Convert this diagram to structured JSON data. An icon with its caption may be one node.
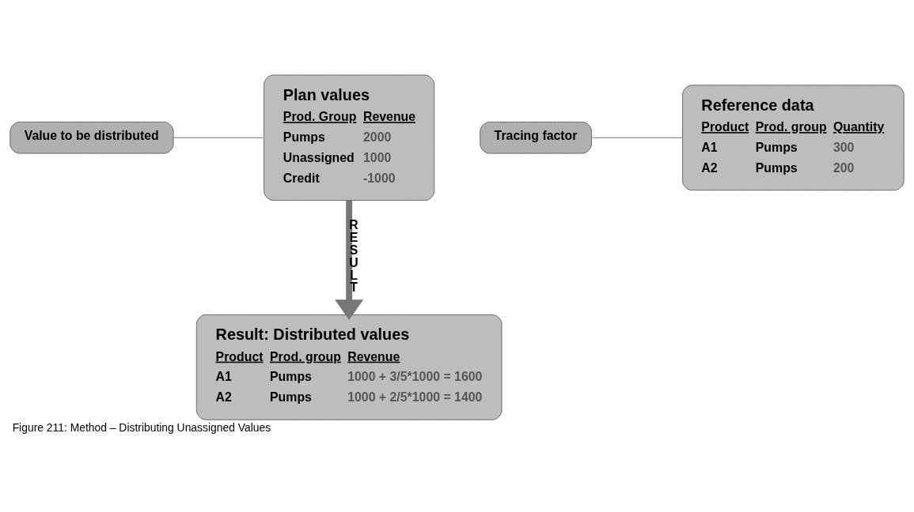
{
  "diagram": {
    "caption": "Figure 211: Method – Distributing Unassigned Values",
    "nodes": [
      {
        "text": [
          "Plan values",
          "Prod. Group",
          "Revenue",
          "Pumps",
          "2000",
          "Unassigned",
          "1000",
          "Credit",
          "-1000"
        ]
      },
      {
        "text": [
          "Value to be distributed"
        ]
      },
      {
        "text": [
          "Tracing factor"
        ]
      },
      {
        "text": [
          "Reference data",
          "Product",
          "Prod. group",
          "Quantity",
          "A1",
          "Pumps",
          "300",
          "A2",
          "Pumps",
          "200"
        ]
      },
      {
        "text": [
          "Result: Distributed values",
          "Product",
          "Prod. group",
          "Revenue",
          "A1",
          "Pumps",
          "1000 + 3/5*1000 = 1600",
          "A2",
          "Pumps",
          "1000 + 2/5*1000 = 1400"
        ]
      }
    ],
    "edges": [
      {
        "from": 1,
        "to": 0,
        "arrow": "none"
      },
      {
        "from": 2,
        "to": 3,
        "arrow": "none"
      },
      {
        "from": 0,
        "to": 4,
        "arrow": "to",
        "label": "RESULT",
        "style": "thick"
      }
    ]
  }
}
